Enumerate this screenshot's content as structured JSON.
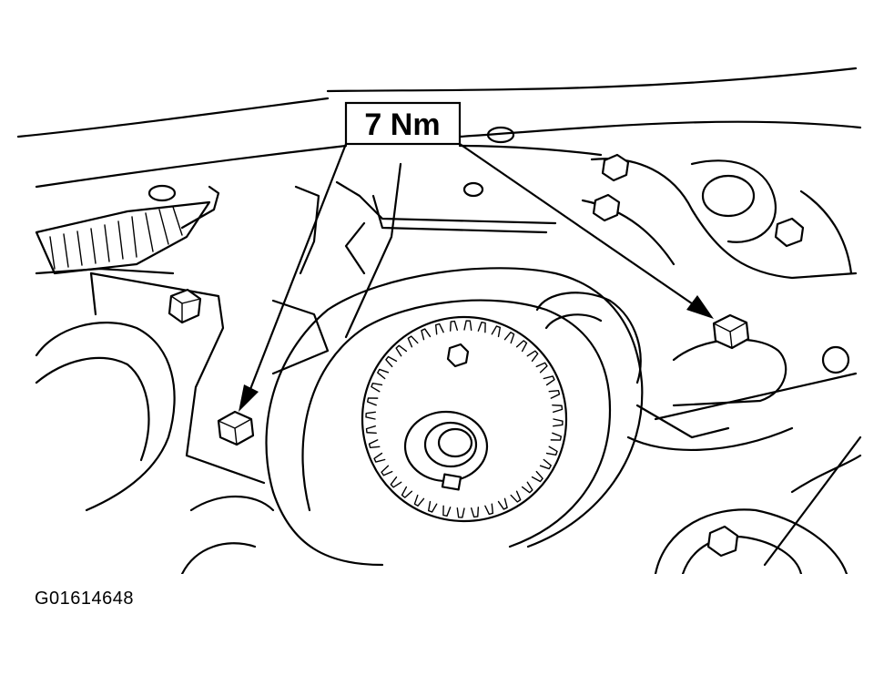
{
  "figure": {
    "torque_callout": "7 Nm",
    "figure_id": "G01614648",
    "arrow_count": 2,
    "icons": [
      "bolt-icon",
      "pulley-icon",
      "sprocket-icon",
      "belt-icon",
      "arrow-icon"
    ]
  }
}
